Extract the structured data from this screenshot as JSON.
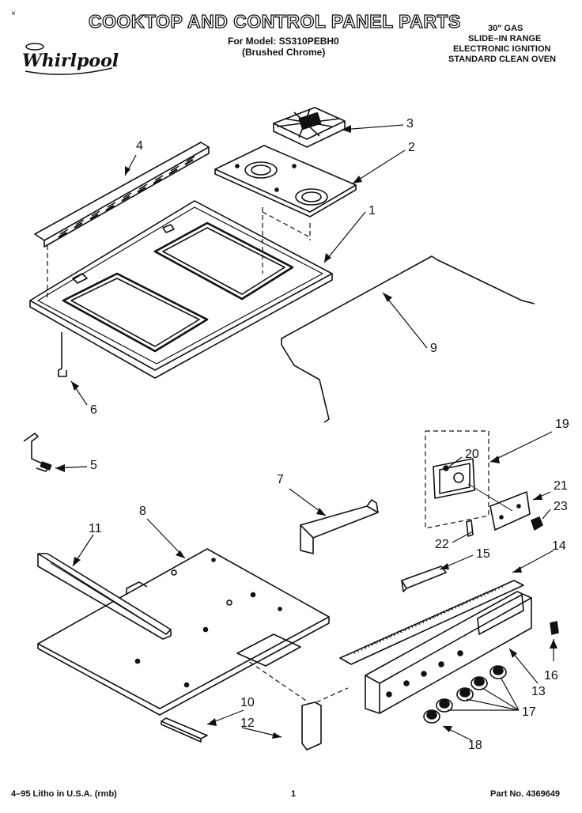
{
  "header": {
    "corner_mark": "×",
    "title": "COOKTOP AND CONTROL PANEL PARTS",
    "model_line": "For Model: SS310PEBH0",
    "finish_line": "(Brushed Chrome)",
    "spec_lines": [
      "30\" GAS",
      "SLIDE–IN RANGE",
      "ELECTRONIC IGNITION",
      "STANDARD CLEAN OVEN"
    ]
  },
  "logo": {
    "brand": "Whirlpool",
    "icon": "whirlpool-logo"
  },
  "callouts": [
    "3",
    "2",
    "4",
    "1",
    "9",
    "6",
    "5",
    "7",
    "19",
    "20",
    "21",
    "23",
    "8",
    "11",
    "22",
    "15",
    "14",
    "16",
    "13",
    "17",
    "10",
    "12",
    "18"
  ],
  "footer": {
    "left": "4–95 Litho in U.S.A. (rmb)",
    "center": "1",
    "right": "Part No. 4369649"
  }
}
